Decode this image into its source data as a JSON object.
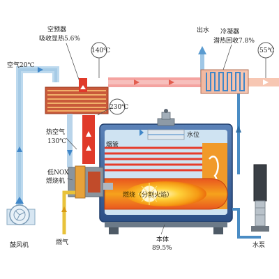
{
  "labels": {
    "fan": "鼓风机",
    "air_in": "空气20℃",
    "preheater_line1": "空预器",
    "preheater_line2": "吸收显热5.6%",
    "hot_air_line1": "热空气",
    "hot_air_line2": "130℃",
    "burner_line1": "低NOX",
    "burner_line2": "燃烧机",
    "gas": "燃气",
    "flue": "烟管",
    "water_level": "水位",
    "combustion": "燃烧（分割火焰）",
    "body_line1": "本体",
    "body_line2": "89.5%",
    "pump": "水泵",
    "water_out": "出水",
    "condenser_line1": "冷凝器",
    "condenser_line2": "潜热回收7.8%"
  },
  "gauges": {
    "t140": "140℃",
    "t230": "230℃",
    "t55": "55℃"
  },
  "colors": {
    "water_blue": "#8fc3e8",
    "flue_red": "#e03a2a",
    "flue_pink": "#f4a3a0",
    "shell_blue": "#2c62a8",
    "fire_orange": "#f5b21e",
    "gas_yellow": "#e8c23a",
    "water_fill": "#cfe3f2"
  }
}
